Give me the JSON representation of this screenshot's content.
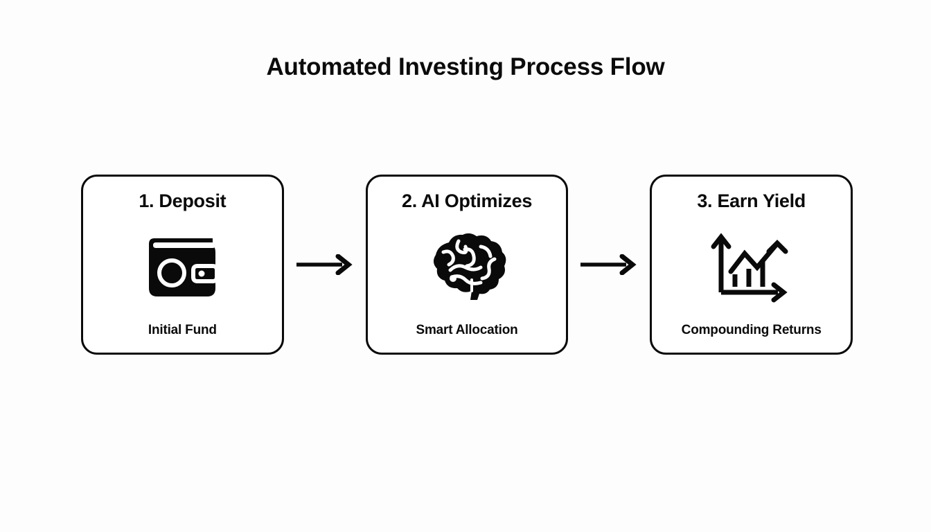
{
  "page": {
    "title": "Automated Investing Process Flow",
    "background_color": "#fdfdfd",
    "ink_color": "#0b0b0b"
  },
  "flow": {
    "steps": [
      {
        "title": "1. Deposit",
        "icon": "wallet-icon",
        "caption": "Initial Fund"
      },
      {
        "title": "2. AI Optimizes",
        "icon": "brain-icon",
        "caption": "Smart Allocation"
      },
      {
        "title": "3. Earn Yield",
        "icon": "growth-chart-icon",
        "caption": "Compounding Returns"
      }
    ],
    "connectors": [
      {
        "icon": "arrow-right-icon"
      },
      {
        "icon": "arrow-right-icon"
      }
    ]
  }
}
